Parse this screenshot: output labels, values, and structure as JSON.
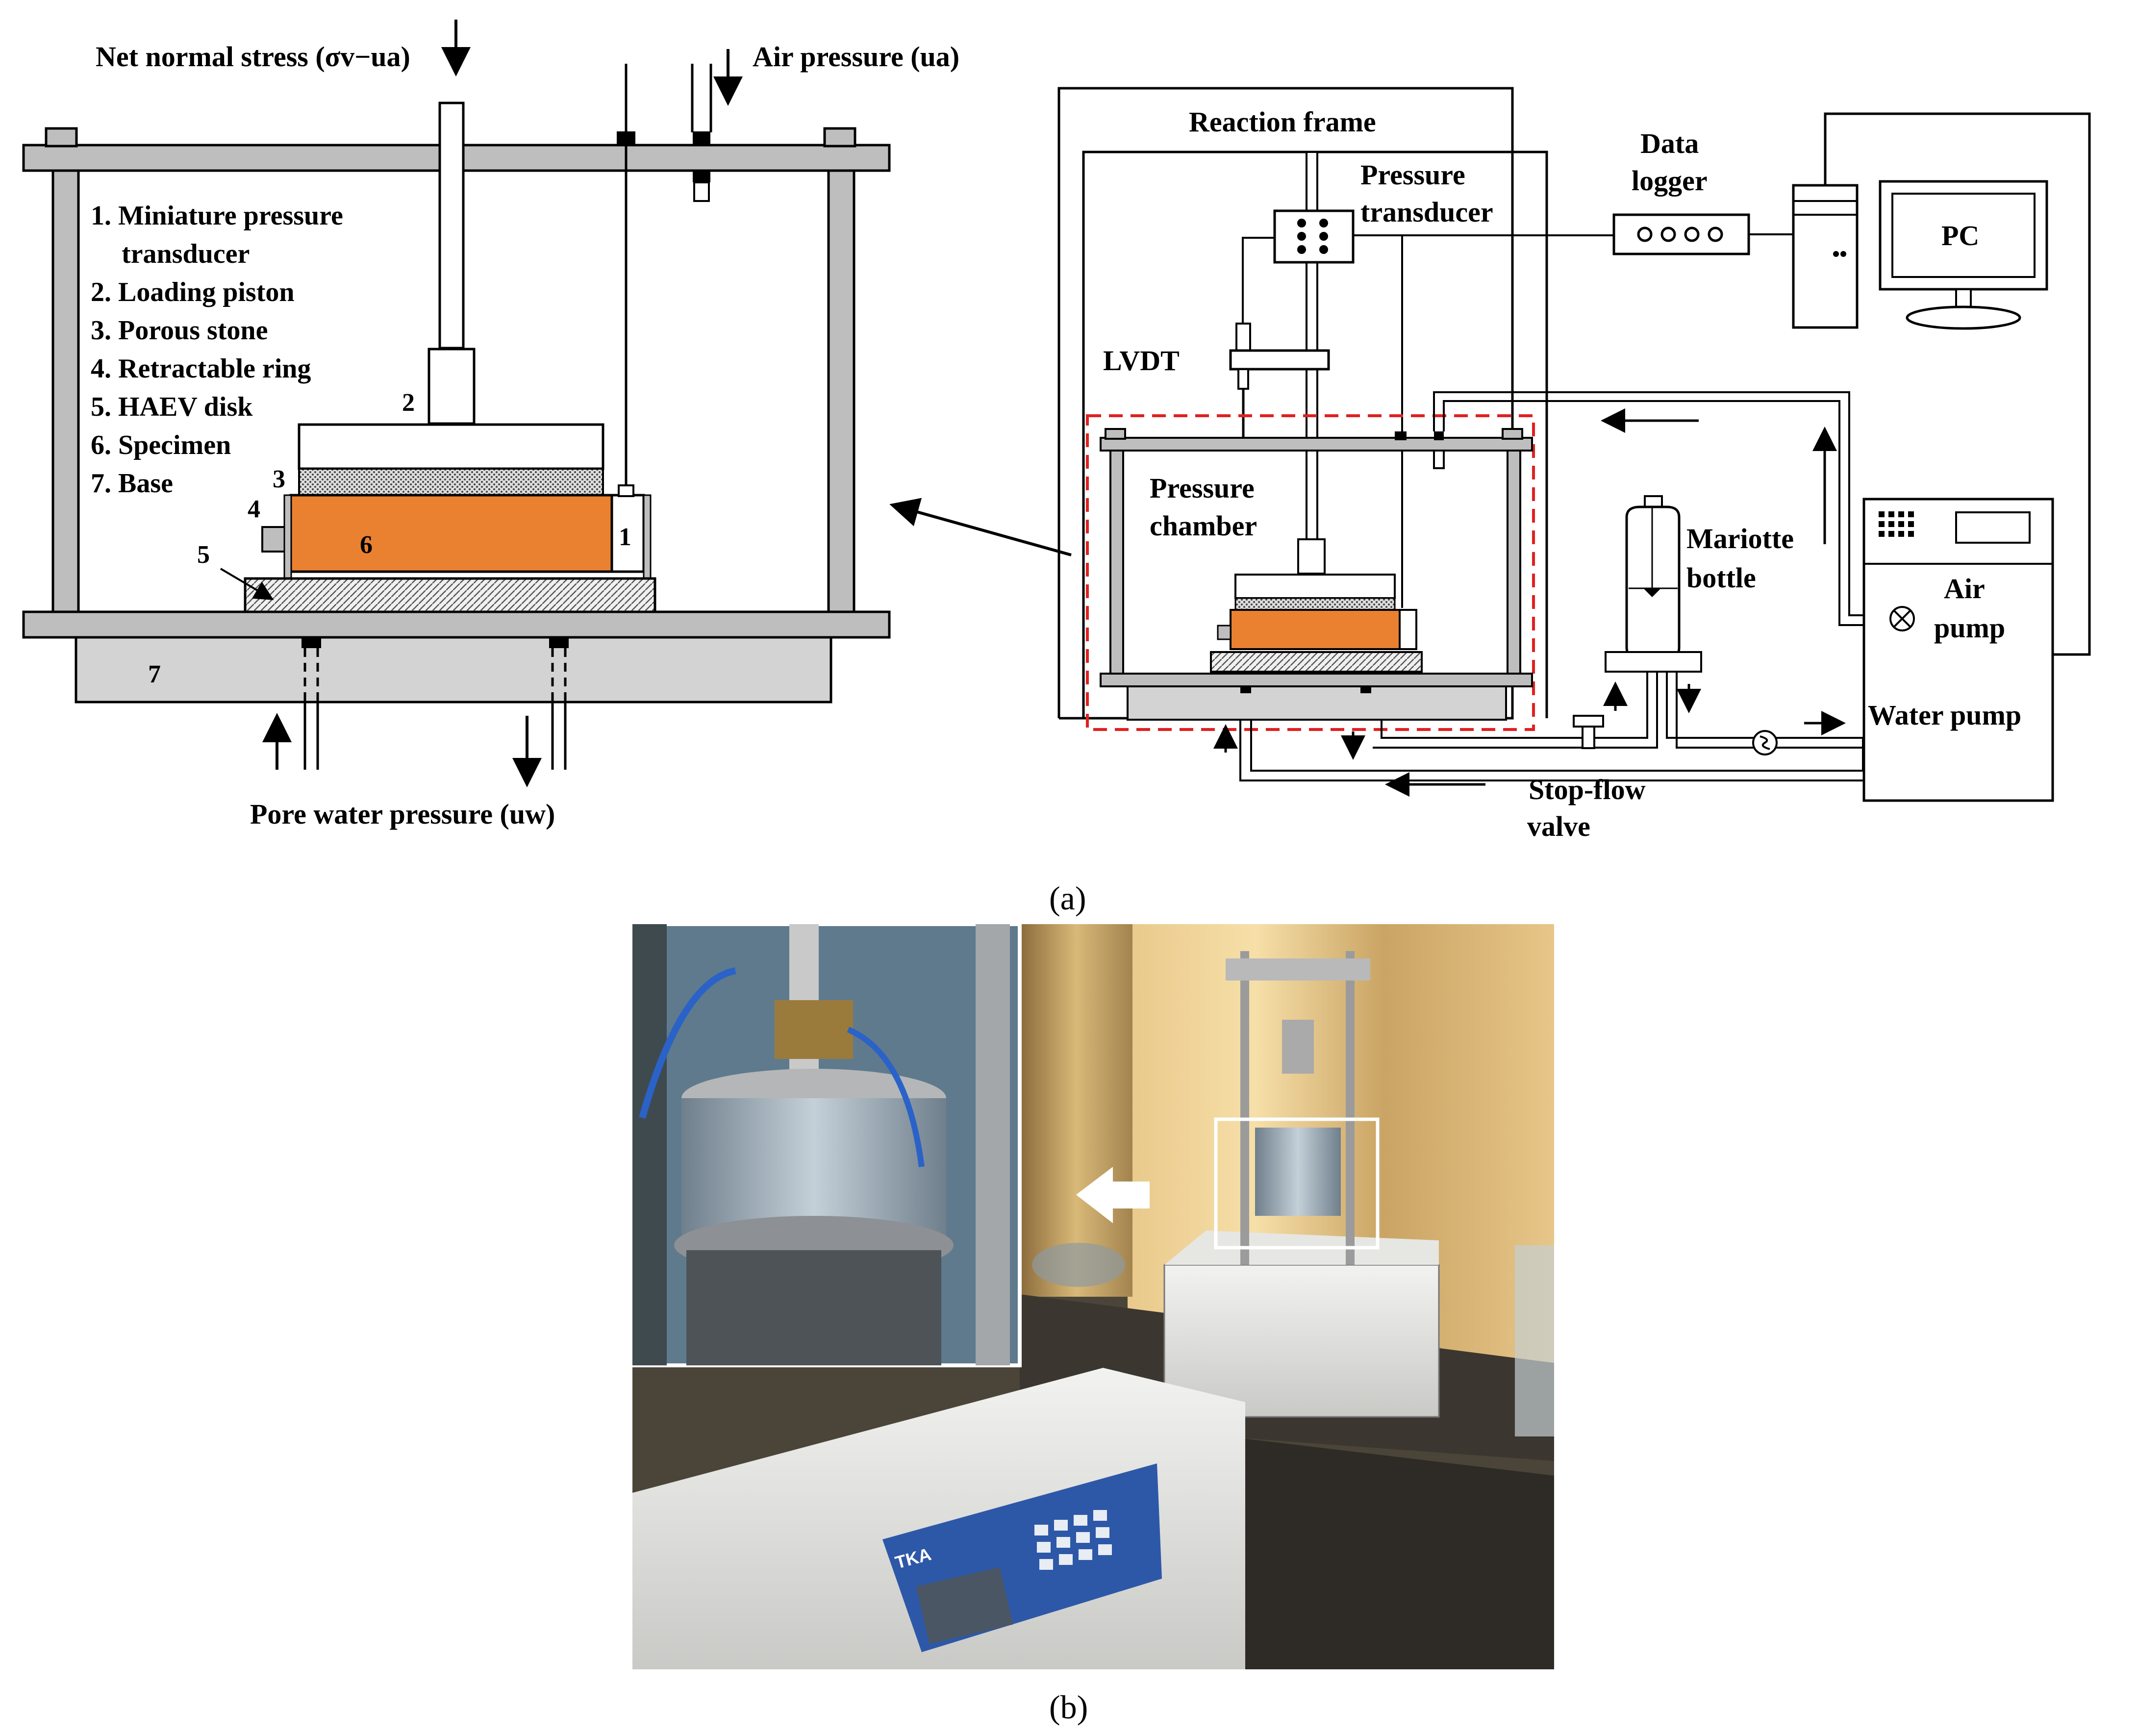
{
  "panel_a": {
    "caption": "(a)",
    "left": {
      "net_stress_label": "Net normal stress (σv−ua)",
      "air_pressure_label": "Air pressure (ua)",
      "pore_water_label": "Pore water pressure (uw)",
      "legend": [
        "1. Miniature pressure",
        "transducer",
        "2. Loading piston",
        "3. Porous stone",
        "4. Retractable ring",
        "5. HAEV disk",
        "6. Specimen",
        "7. Base"
      ],
      "callouts": {
        "n1": "1",
        "n2": "2",
        "n3": "3",
        "n4": "4",
        "n5": "5",
        "n6": "6",
        "n7": "7"
      }
    },
    "right": {
      "reaction_frame": "Reaction frame",
      "pressure_transducer": [
        "Pressure",
        "transducer"
      ],
      "data_logger": [
        "Data",
        "logger"
      ],
      "pc": "PC",
      "lvdt": "LVDT",
      "pressure_chamber": [
        "Pressure",
        "chamber"
      ],
      "mariotte_bottle": [
        "Mariotte",
        "bottle"
      ],
      "air_pump": [
        "Air",
        "pump"
      ],
      "water_pump": "Water pump",
      "stop_flow_valve": [
        "Stop-flow",
        "valve"
      ]
    },
    "colors": {
      "specimen": "#E98131",
      "plate": "#BEBEBE",
      "base": "#D3D3D3",
      "dashed_box": "#E02020"
    }
  },
  "panel_b": {
    "caption": "(b)",
    "device_brand": "TKA"
  }
}
